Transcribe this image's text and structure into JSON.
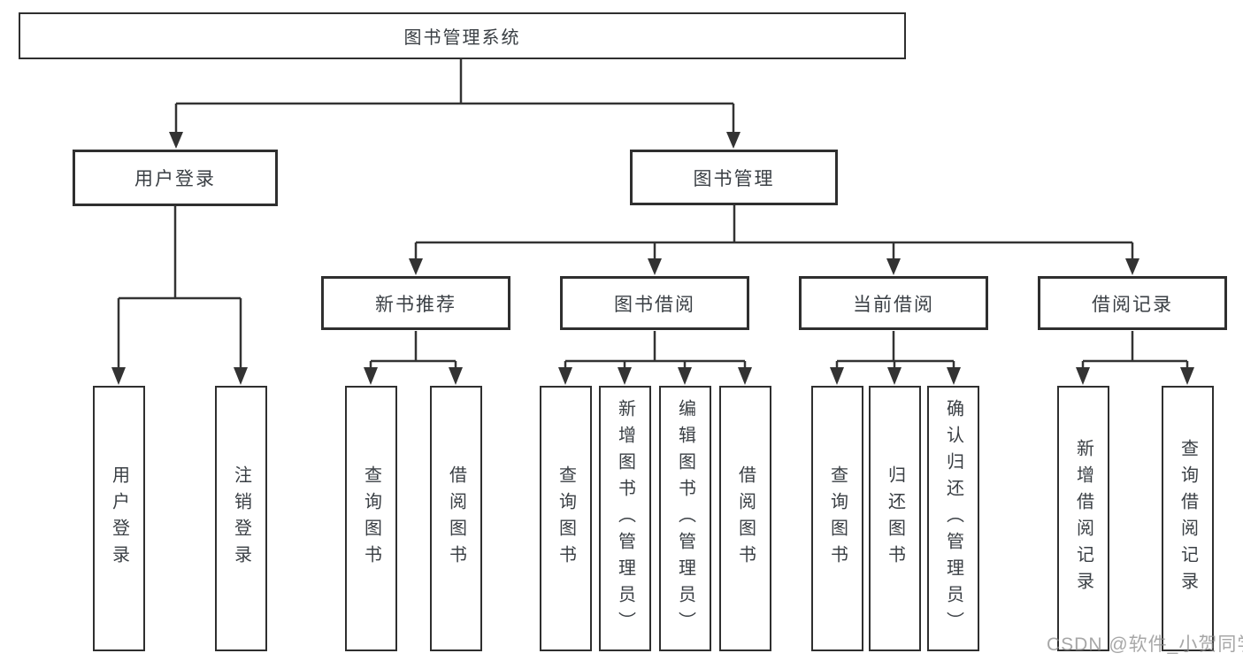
{
  "diagram_title": "图书管理系统",
  "tree": {
    "label": "图书管理系统",
    "children": [
      {
        "label": "用户登录",
        "children": [
          {
            "label": "用户登录"
          },
          {
            "label": "注销登录"
          }
        ]
      },
      {
        "label": "图书管理",
        "children": [
          {
            "label": "新书推荐",
            "children": [
              {
                "label": "查询图书"
              },
              {
                "label": "借阅图书"
              }
            ]
          },
          {
            "label": "图书借阅",
            "children": [
              {
                "label": "查询图书"
              },
              {
                "label": "新增图书（管理员）"
              },
              {
                "label": "编辑图书（管理员）"
              },
              {
                "label": "借阅图书"
              }
            ]
          },
          {
            "label": "当前借阅",
            "children": [
              {
                "label": "查询图书"
              },
              {
                "label": "归还图书"
              },
              {
                "label": "确认归还（管理员）"
              }
            ]
          },
          {
            "label": "借阅记录",
            "children": [
              {
                "label": "新增借阅记录"
              },
              {
                "label": "查询借阅记录"
              }
            ]
          }
        ]
      }
    ]
  },
  "watermark": "CSDN @软件_小贺同学",
  "colors": {
    "line": "#333333",
    "box_border": "#2f2f2f",
    "text": "#3a3f44",
    "background": "#ffffff",
    "watermark": "#8a8a8a"
  }
}
